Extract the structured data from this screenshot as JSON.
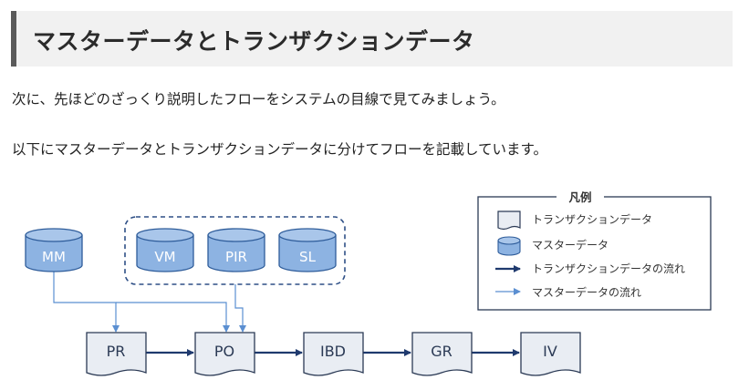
{
  "heading": {
    "title": "マスターデータとトランザクションデータ"
  },
  "paragraphs": [
    "次に、先ほどのざっくり説明したフローをシステムの目線で見てみましょう。",
    "以下にマスターデータとトランザクションデータに分けてフローを記載しています。"
  ],
  "diagram": {
    "master_data": [
      "MM",
      "VM",
      "PIR",
      "SL"
    ],
    "documents": [
      "PR",
      "PO",
      "IBD",
      "GR",
      "IV"
    ],
    "legend": {
      "title": "凡例",
      "items": [
        {
          "icon": "document-icon",
          "label": "トランザクションデータ"
        },
        {
          "icon": "database-icon",
          "label": "マスターデータ"
        },
        {
          "icon": "dark-arrow-icon",
          "label": "トランザクションデータの流れ"
        },
        {
          "icon": "light-arrow-icon",
          "label": "マスターデータの流れ"
        }
      ]
    },
    "colors": {
      "cylinder_fill": "#8db3e2",
      "cylinder_stroke": "#2e5c9a",
      "document_fill": "#e9edf3",
      "document_stroke": "#2b3a55",
      "transaction_arrow": "#1f3a6e",
      "master_arrow": "#5b8fd1",
      "group_border": "#2e4f86"
    }
  }
}
